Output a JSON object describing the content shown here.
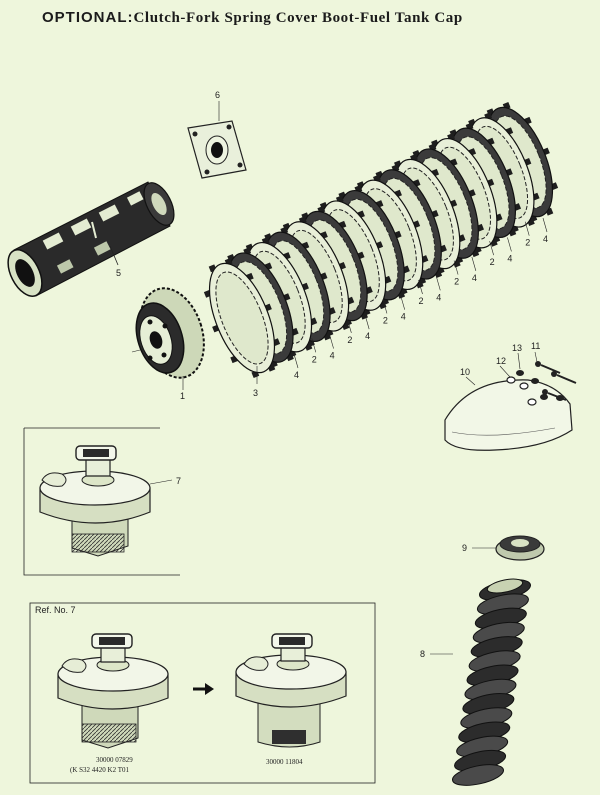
{
  "title": {
    "prefix": "OPTIONAL",
    "separator": ":",
    "rest": "Clutch-Fork Spring Cover Boot-Fuel Tank Cap"
  },
  "callouts": {
    "c1": "1",
    "c3": "3",
    "c5": "5",
    "c6": "6",
    "c7": "7",
    "c8": "8",
    "c9": "9",
    "c10": "10",
    "c11": "11",
    "c12": "12",
    "c13": "13",
    "plate_labels": [
      "4",
      "2",
      "4",
      "2",
      "4",
      "2",
      "4",
      "2",
      "4",
      "2",
      "4",
      "2",
      "4",
      "2",
      "4"
    ]
  },
  "ref_box": {
    "label": "Ref. No. 7",
    "part_old_line1": "30000 07829",
    "part_old_line2": "(K  S32 4420 K2 T01",
    "part_new": "30000 11804"
  }
}
